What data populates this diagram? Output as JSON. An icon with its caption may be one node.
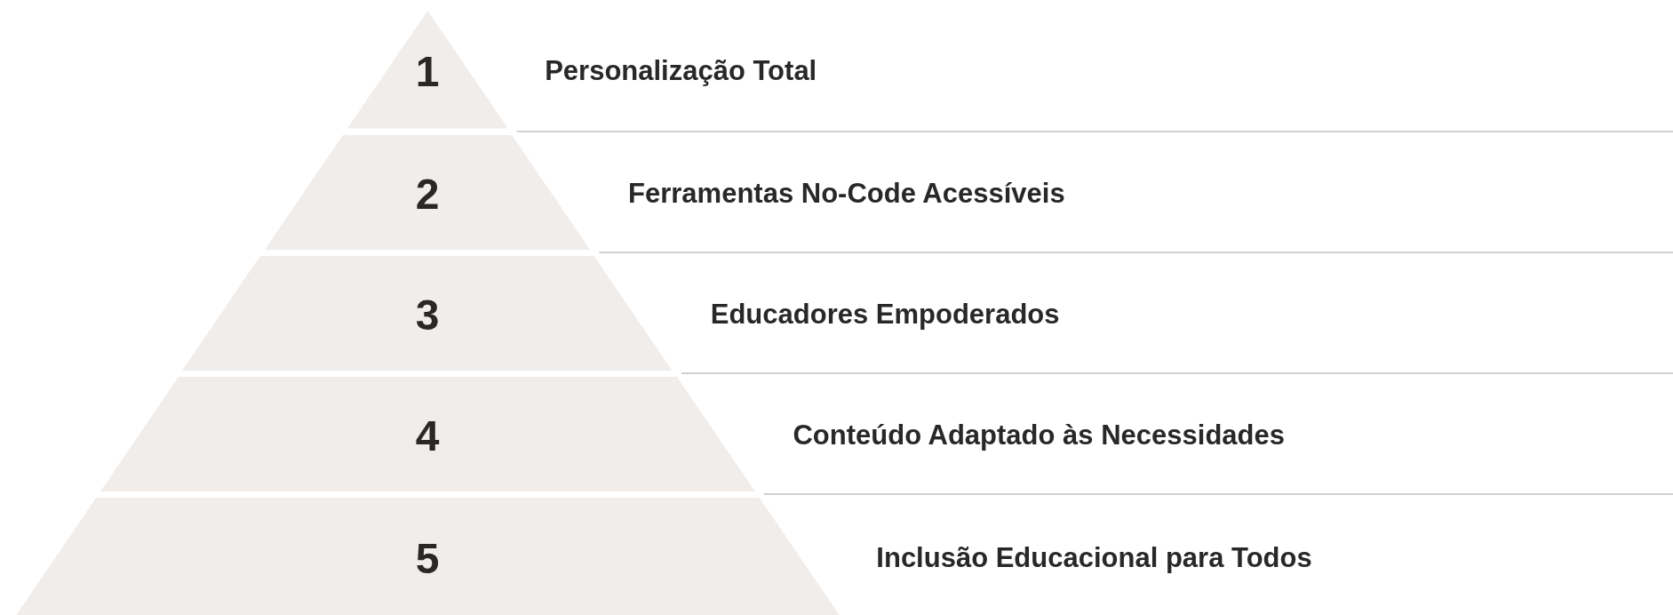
{
  "diagram": {
    "nodes": [
      {
        "text": [
          "1"
        ],
        "beside": [
          "Personalização Total"
        ]
      },
      {
        "text": [
          "2"
        ],
        "beside": [
          "Ferramentas No-Code Acessíveis"
        ]
      },
      {
        "text": [
          "3"
        ],
        "beside": [
          "Educadores Empoderados"
        ]
      },
      {
        "text": [
          "4"
        ],
        "beside": [
          "Conteúdo Adaptado às Necessidades"
        ]
      },
      {
        "text": [
          "5"
        ],
        "beside": [
          "Inclusão Educacional para Todos"
        ]
      }
    ]
  }
}
